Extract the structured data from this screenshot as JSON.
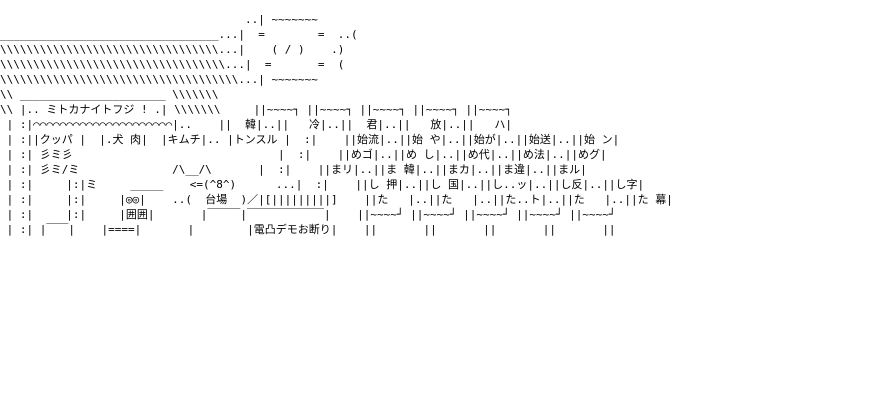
{
  "art_lines": [
    "                                     ..| ~~~~~~~",
    "_________________________________...|  =        =  ..(",
    "\\\\\\\\\\\\\\\\\\\\\\\\\\\\\\\\\\\\\\\\\\\\\\\\\\\\\\\\\\\\\\\\\\...|    ( / )    .)",
    "\\\\\\\\\\\\\\\\\\\\\\\\\\\\\\\\\\\\\\\\\\\\\\\\\\\\\\\\\\\\\\\\\\\\...|  =       =  (",
    "\\\\\\\\\\\\\\\\\\\\\\\\\\\\\\\\\\\\\\\\\\\\\\\\\\\\\\\\\\\\\\\\\\\\\\\\...| ~~~~~~~",
    "\\\\ ______________________ \\\\\\\\\\\\\\",
    "\\\\ |.. ミトカナイトフジ ! .| \\\\\\\\\\\\\\     ||~~~~┐ ||~~~~┐ ||~~~~┐ ||~~~~┐ ||~~~~┐",
    " | :|⌒⌒⌒⌒⌒⌒⌒⌒⌒⌒⌒⌒⌒⌒⌒⌒⌒⌒⌒⌒⌒|..    ||  韓|..||   冷|..||  君|..||   放|..||   ハ|",
    " | :||クッパ |  |.犬 肉|  |キムチ|.. |トンスル |  :|    ||始流|..||始 や|..||始が|..||始送|..||始 ン|",
    " | :| 彡ミ彡                               |  :|    ||めゴ|..||め し|..||め代|..||め法|..||めグ|",
    " | :| 彡ミ/ミ              /\\__/\\       |  :|    ||まリ|..||ま 韓|..||まカ|..||ま違|..||まル|",
    " | :|     |:|ミ     _____    <=(^8^)      ...|  :|    ||し 押|..||し 国|..||し..ッ|..||し反|..||し字|",
    " | :|     |:|     |◎◎|    ..(  台場  )／|[|||||||||]    ||た   |..||た   |..||た..ト|..||た   |..||た 幕|",
    " | :|     |:|     |囲囲|       |￣￣￣|￣￣￣￣￣￣￣|    ||~~~~┘ ||~~~~┘ ||~~~~┘ ||~~~~┘ ||~~~~┘",
    " | :| |￣￣|    |====|       |        |電凸デモお断り|    ||       ||       ||       ||       ||"
  ]
}
